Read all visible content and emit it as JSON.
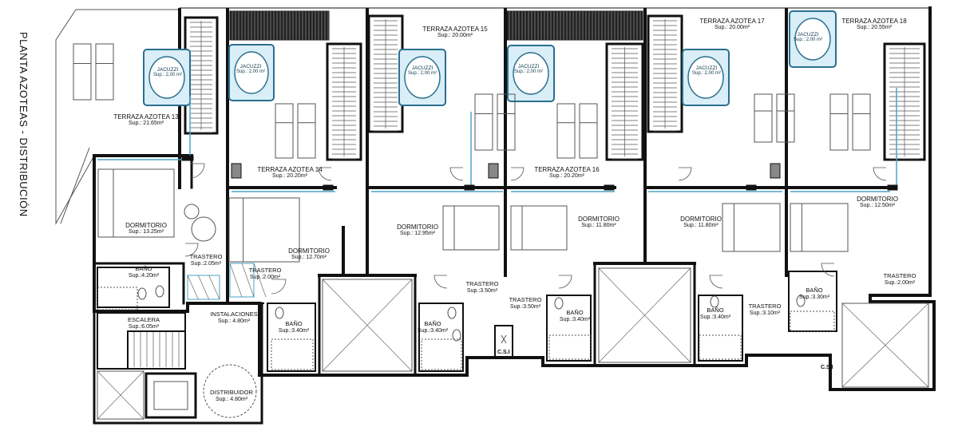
{
  "title": "PLANTA AZOTEAS - DISTRIBUCIÓN",
  "colors": {
    "wall": "#111111",
    "thin": "#555555",
    "glass": "#4aa3c8",
    "jacuzzi_fill": "#d9eef6",
    "jacuzzi_stroke": "#2a6f8f"
  },
  "rooms": [
    {
      "name": "TERRAZA AZOTEA 13",
      "area": "Sup.: 21.65m²"
    },
    {
      "name": "TERRAZA AZOTEA 14",
      "area": "Sup.: 20.20m²"
    },
    {
      "name": "TERRAZA AZOTEA 15",
      "area": "Sup.: 20.00m²"
    },
    {
      "name": "TERRAZA AZOTEA 16",
      "area": "Sup.: 20.20m²"
    },
    {
      "name": "TERRAZA AZOTEA 17",
      "area": "Sup.: 20.00m²"
    },
    {
      "name": "TERRAZA AZOTEA 18",
      "area": "Sup.: 20.55m²"
    },
    {
      "name": "DORMITORIO",
      "area": "Sup.: 13.25m²"
    },
    {
      "name": "DORMITORIO",
      "area": "Sup.: 12.70m²"
    },
    {
      "name": "DORMITORIO",
      "area": "Sup.: 12.95m²"
    },
    {
      "name": "DORMITORIO",
      "area": "Sup.: 11.80m²"
    },
    {
      "name": "DORMITORIO",
      "area": "Sup.: 11.80m²"
    },
    {
      "name": "DORMITORIO",
      "area": "Sup.: 12.50m²"
    },
    {
      "name": "TRASTERO",
      "area": "Sup.:2.05m²"
    },
    {
      "name": "TRASTERO",
      "area": "Sup.:2.00m²"
    },
    {
      "name": "TRASTERO",
      "area": "Sup.:3.50m²"
    },
    {
      "name": "TRASTERO",
      "area": "Sup.:3.50m²"
    },
    {
      "name": "TRASTERO",
      "area": "Sup.:3.10m²"
    },
    {
      "name": "TRASTERO",
      "area": "Sup.:2.00m²"
    },
    {
      "name": "BAÑO",
      "area": "Sup.:4.20m²"
    },
    {
      "name": "BAÑO",
      "area": "Sup.:3.40m²"
    },
    {
      "name": "BAÑO",
      "area": "Sup.:3.40m²"
    },
    {
      "name": "BAÑO",
      "area": "Sup.:3.40m²"
    },
    {
      "name": "BAÑO",
      "area": "Sup.:3.40m²"
    },
    {
      "name": "BAÑO",
      "area": "Sup.:3.30m²"
    },
    {
      "name": "ESCALERA",
      "area": "Sup.:6.05m²"
    },
    {
      "name": "INSTALACIONES",
      "area": "Sup.: 4.80m²"
    },
    {
      "name": "DISTRIBUIDOR",
      "area": "Sup.: 4.80m²"
    }
  ],
  "jacuzzis": [
    {
      "name": "JACUZZI",
      "area": "Sup.: 2,00 m²"
    },
    {
      "name": "JACUZZI",
      "area": "Sup.: 2,00 m²"
    },
    {
      "name": "JACUZZI",
      "area": "Sup.: 2,00 m²"
    },
    {
      "name": "JACUZZI",
      "area": "Sup.: 2,00 m²"
    },
    {
      "name": "JACUZZI",
      "area": "Sup.: 2,00 m²"
    },
    {
      "name": "JACUZZI",
      "area": "Sup.: 2,00 m²"
    }
  ],
  "csi_labels": [
    "C.S.I",
    "C.S.I"
  ]
}
